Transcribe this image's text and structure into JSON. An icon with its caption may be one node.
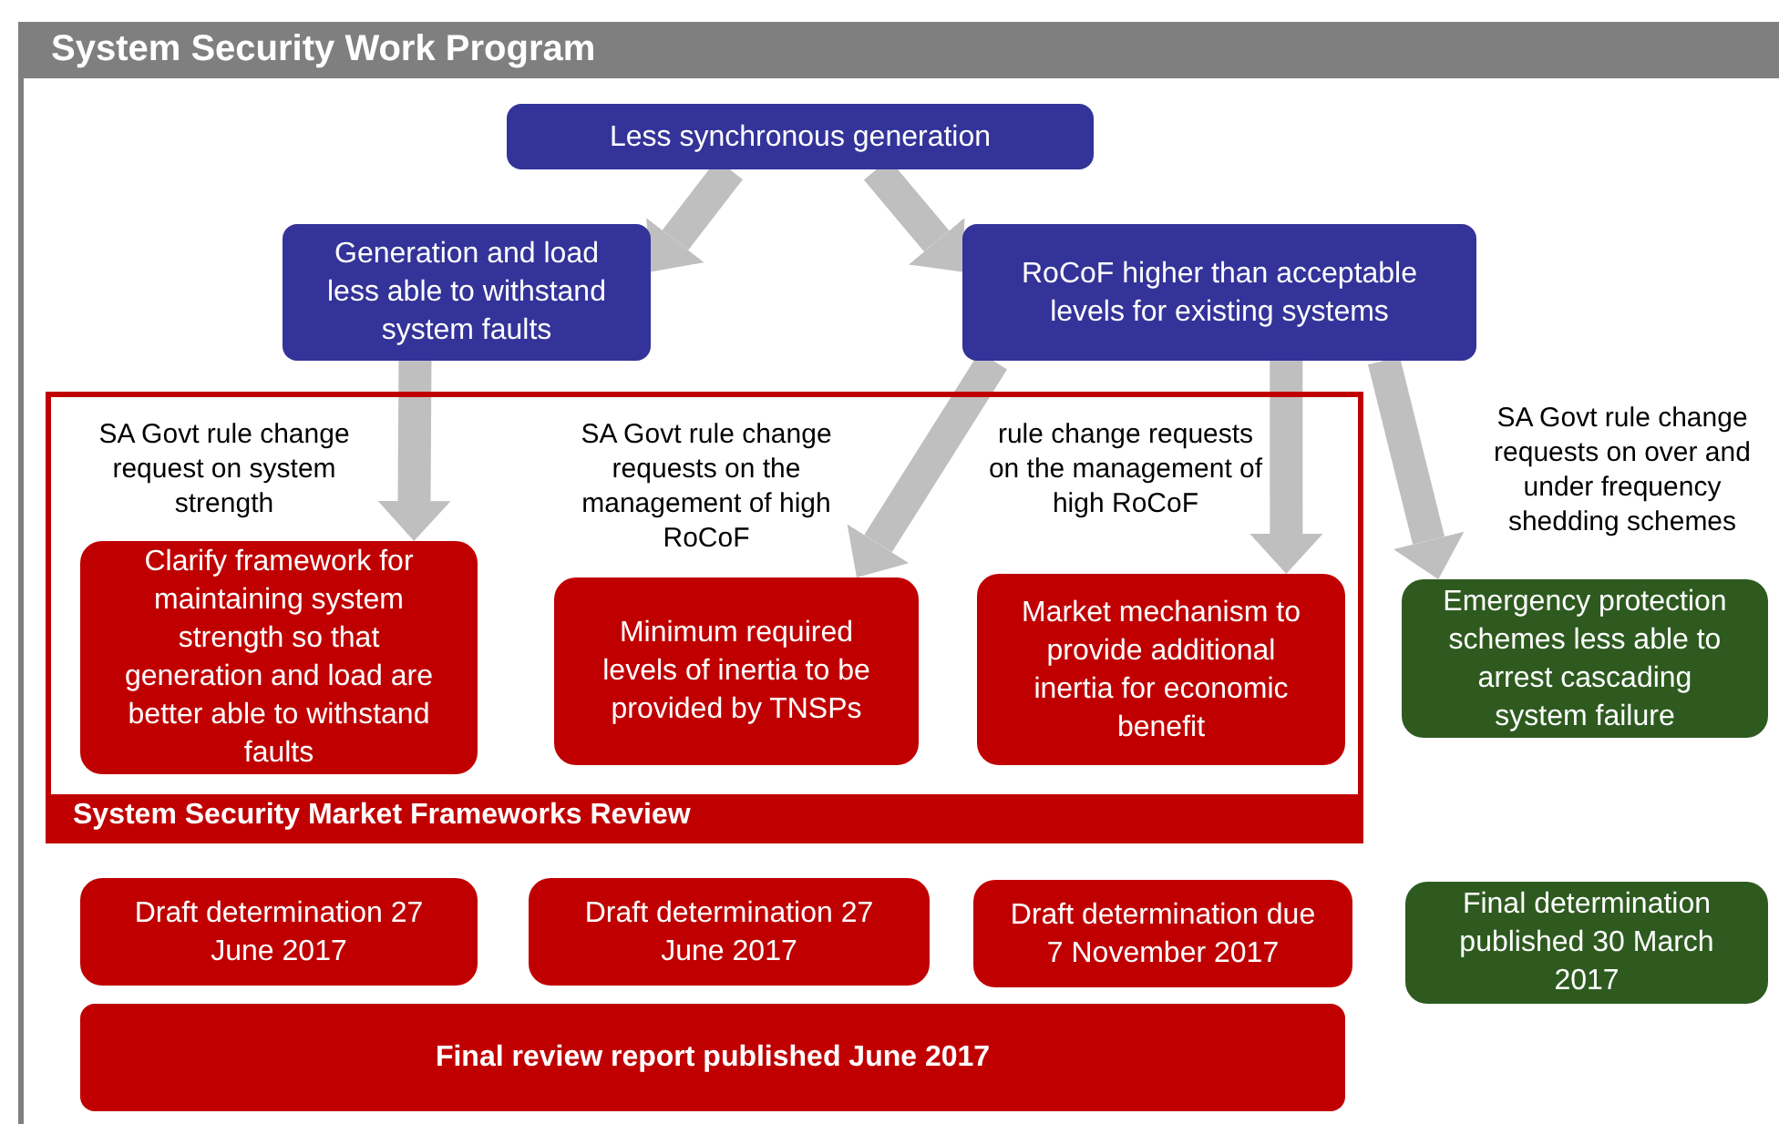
{
  "diagram": {
    "title": "System Security Work Program",
    "nodes": [
      {
        "text": [
          "Less synchronous  generation"
        ]
      },
      {
        "text": [
          "Generation and load less able to withstand system faults"
        ]
      },
      {
        "text": [
          "RoCoF higher than acceptable levels for existing systems"
        ]
      },
      {
        "text": [
          "System Security Market Frameworks Review"
        ]
      },
      {
        "text": [
          "Clarify framework for maintaining system strength so that generation and load are better able to withstand faults"
        ],
        "in": 3
      },
      {
        "text": [
          "Minimum required levels of inertia to be provided by TNSPs"
        ],
        "in": 3
      },
      {
        "text": [
          "Market mechanism to provide additional inertia for economic benefit"
        ],
        "in": 3
      },
      {
        "text": [
          "Emergency protection schemes less able to arrest cascading system failure"
        ]
      },
      {
        "text": [
          "Draft determination 27 June 2017"
        ]
      },
      {
        "text": [
          "Draft determination 27 June 2017"
        ]
      },
      {
        "text": [
          "Draft determination due 7 November 2017"
        ]
      },
      {
        "text": [
          "Final determination published 30 March 2017"
        ]
      },
      {
        "text": [
          "Final review report published June 2017"
        ]
      }
    ],
    "edges": [
      {
        "from": 0,
        "to": 1,
        "arrow": "to"
      },
      {
        "from": 0,
        "to": 2,
        "arrow": "to"
      },
      {
        "from": 1,
        "to": 4,
        "arrow": "to",
        "label": "SA Govt rule change request on system strength"
      },
      {
        "from": 2,
        "to": 5,
        "arrow": "to",
        "label": "SA Govt rule change requests on the management of high RoCoF"
      },
      {
        "from": 2,
        "to": 6,
        "arrow": "to",
        "label": "rule change requests on the management of high RoCoF"
      },
      {
        "from": 2,
        "to": 7,
        "arrow": "to",
        "label": "SA Govt rule change requests on over and under frequency shedding schemes"
      }
    ]
  }
}
